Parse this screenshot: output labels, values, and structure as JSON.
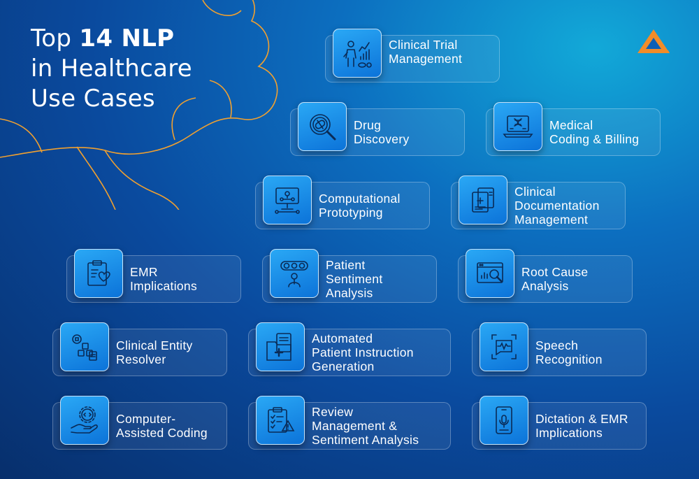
{
  "title": {
    "prefix": "Top ",
    "highlight": "14 NLP",
    "line2": "in Healthcare",
    "line3": "Use Cases"
  },
  "accent_colors": {
    "line_art": "#f0a030",
    "logo": "#f28c28",
    "icon_fill": "#1a8fe8"
  },
  "cards": [
    {
      "label": "Clinical Trial\nManagement",
      "icon": "researcher-chart-icon"
    },
    {
      "label": "Drug\nDiscovery",
      "icon": "magnifier-pill-icon"
    },
    {
      "label": "Medical\nCoding & Billing",
      "icon": "laptop-code-icon"
    },
    {
      "label": "Computational\nPrototyping",
      "icon": "monitor-network-icon"
    },
    {
      "label": "Clinical\nDocumentation\nManagement",
      "icon": "medical-documents-icon"
    },
    {
      "label": "EMR\nImplications",
      "icon": "clipboard-heart-icon"
    },
    {
      "label": "Patient\nSentiment\nAnalysis",
      "icon": "emoji-feedback-icon"
    },
    {
      "label": "Root Cause\nAnalysis",
      "icon": "browser-analysis-icon"
    },
    {
      "label": "Clinical Entity\nResolver",
      "icon": "entity-network-icon"
    },
    {
      "label": "Automated\nPatient Instruction\nGeneration",
      "icon": "medical-folder-icon"
    },
    {
      "label": "Speech\nRecognition",
      "icon": "voice-waveform-icon"
    },
    {
      "label": "Computer-\nAssisted Coding",
      "icon": "hand-code-gear-icon"
    },
    {
      "label": "Review\nManagement &\nSentiment Analysis",
      "icon": "clipboard-warning-icon"
    },
    {
      "label": "Dictation & EMR\nImplications",
      "icon": "phone-microphone-icon"
    }
  ]
}
